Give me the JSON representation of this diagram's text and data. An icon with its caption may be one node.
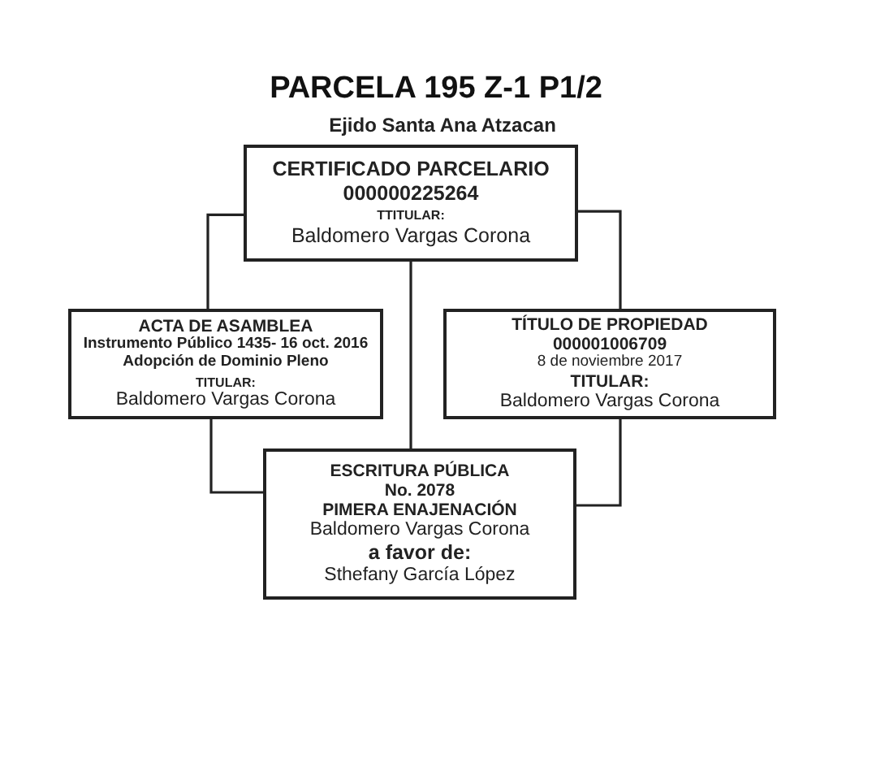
{
  "diagram": {
    "title": "PARCELA 195 Z-1 P1/2",
    "caption": "Ejido Santa Ana Atzacan",
    "nodes": [
      {
        "text": [
          "CERTIFICADO PARCELARIO",
          "000000225264",
          "TTITULAR:",
          "Baldomero Vargas Corona"
        ]
      },
      {
        "text": [
          "ACTA DE ASAMBLEA",
          "Instrumento Público 1435- 16 oct. 2016",
          "Adopción de Dominio Pleno",
          "TITULAR:",
          "Baldomero Vargas Corona"
        ]
      },
      {
        "text": [
          "TÍTULO DE PROPIEDAD",
          "000001006709",
          "8 de noviembre 2017",
          "TITULAR:",
          "Baldomero Vargas Corona"
        ]
      },
      {
        "text": [
          "ESCRITURA PÚBLICA",
          "No. 2078",
          "PIMERA ENAJENACIÓN",
          "Baldomero Vargas Corona",
          "a favor de:",
          "Sthefany García López"
        ]
      }
    ],
    "edges": [
      {
        "from": 0,
        "to": 1,
        "arrow": "none"
      },
      {
        "from": 0,
        "to": 2,
        "arrow": "none"
      },
      {
        "from": 0,
        "to": 3,
        "arrow": "none"
      },
      {
        "from": 1,
        "to": 3,
        "arrow": "none"
      },
      {
        "from": 2,
        "to": 3,
        "arrow": "none"
      }
    ]
  }
}
